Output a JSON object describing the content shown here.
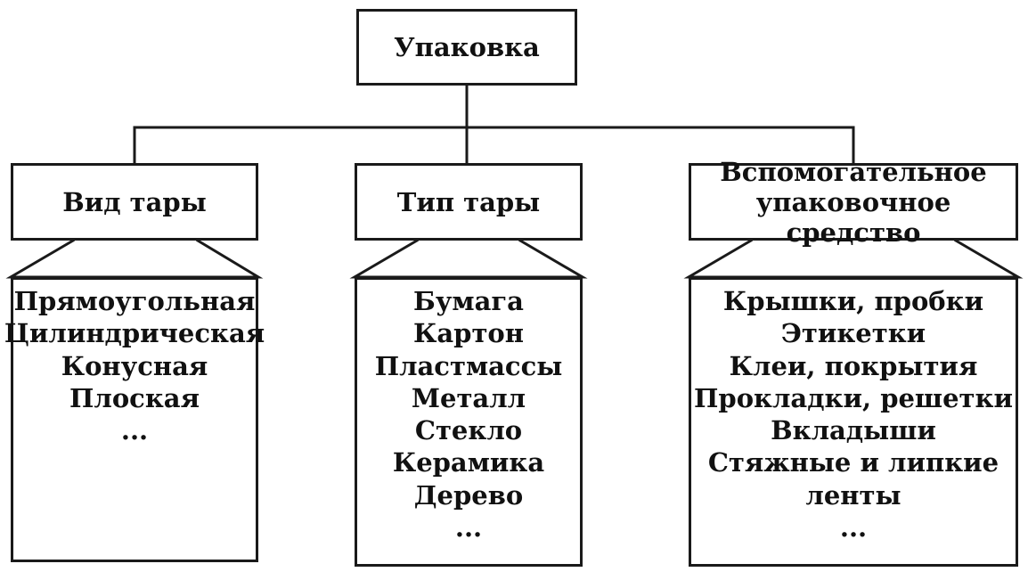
{
  "root": {
    "label": "Упаковка"
  },
  "branches": [
    {
      "header": [
        "Вид тары"
      ],
      "items": [
        "Прямоугольная",
        "Цилиндрическая",
        "Конусная",
        "Плоская",
        "..."
      ]
    },
    {
      "header": [
        "Тип тары"
      ],
      "items": [
        "Бумага",
        "Картон",
        "Пластмассы",
        "Металл",
        "Стекло",
        "Керамика",
        "Дерево",
        "..."
      ]
    },
    {
      "header": [
        "Вспомогательное",
        "упаковочное средство"
      ],
      "items": [
        "Крышки, пробки",
        "Этикетки",
        "Клеи, покрытия",
        "Прокладки, решетки",
        "Вкладыши",
        "Стяжные и липкие",
        "ленты",
        "..."
      ]
    }
  ],
  "colors": {
    "line": "#1a1a1a",
    "text": "#111111",
    "background": "#ffffff"
  }
}
